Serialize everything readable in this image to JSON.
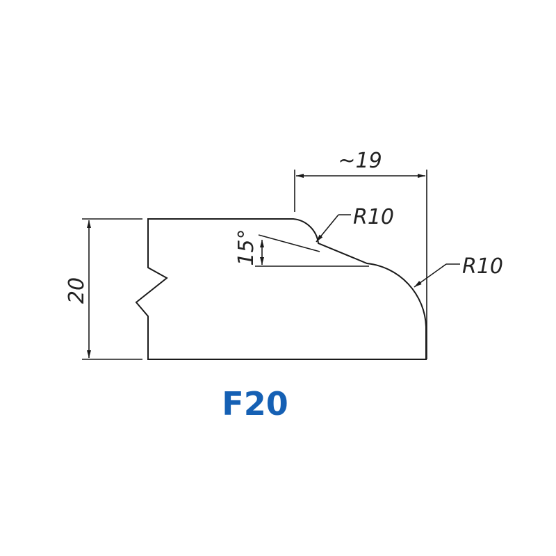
{
  "title": "F20",
  "title_color": "#1560b4",
  "dimensions": {
    "height": "20",
    "width": "~19",
    "radius_top": "R10",
    "radius_edge": "R10",
    "angle": "15°"
  }
}
